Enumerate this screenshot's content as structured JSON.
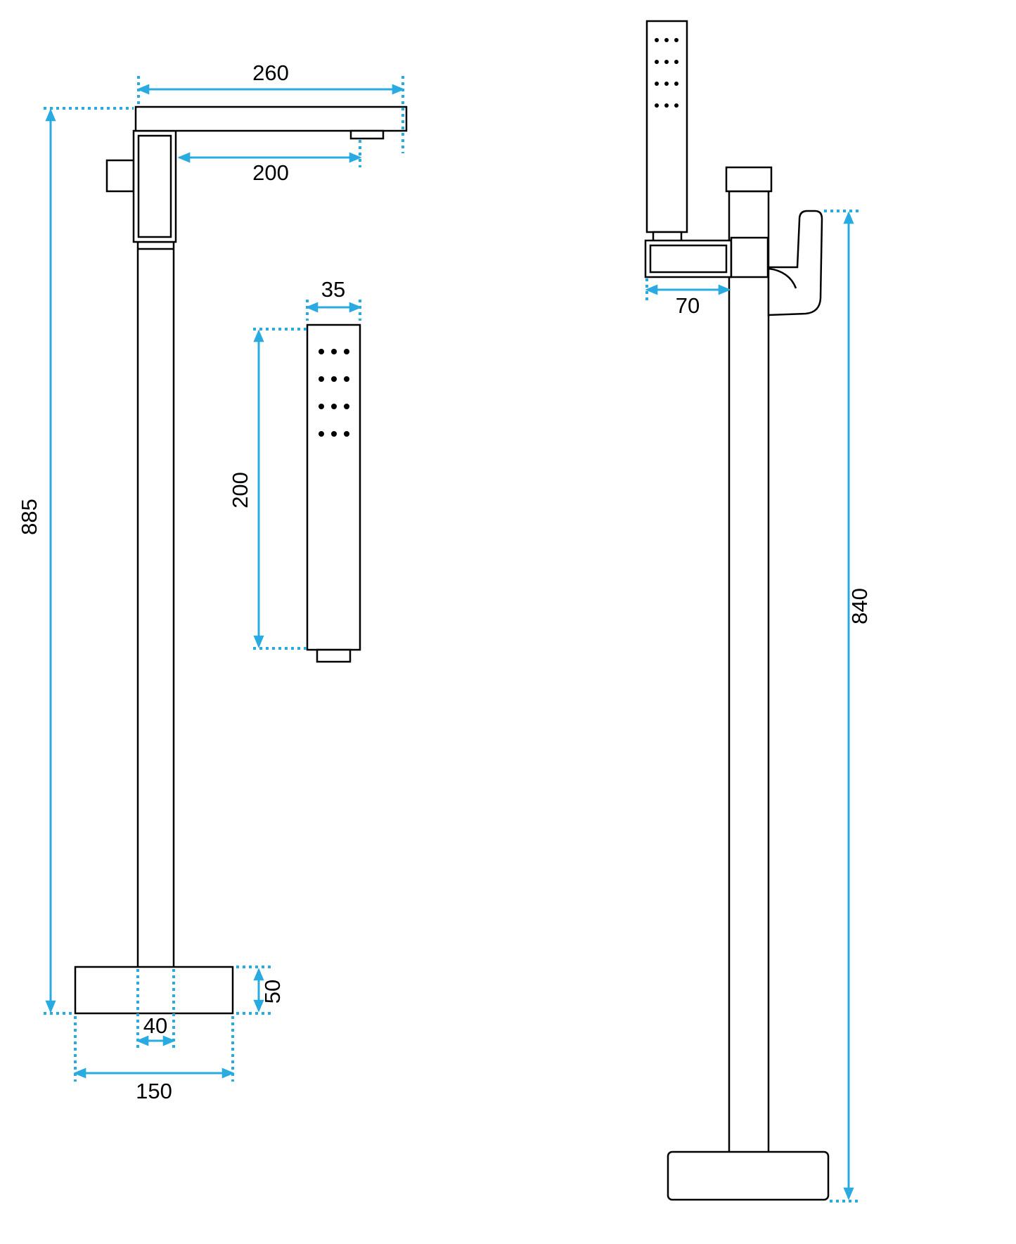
{
  "dimensions": {
    "spout_width": "260",
    "spout_reach": "200",
    "faucet_height": "885",
    "handshower_width": "35",
    "handshower_length": "200",
    "base_height": "50",
    "column_width": "40",
    "base_width": "150",
    "holder_depth": "70",
    "overall_height": "840"
  },
  "colors": {
    "dimension_line": "#29abe2",
    "outline": "#000000",
    "background": "#ffffff"
  }
}
